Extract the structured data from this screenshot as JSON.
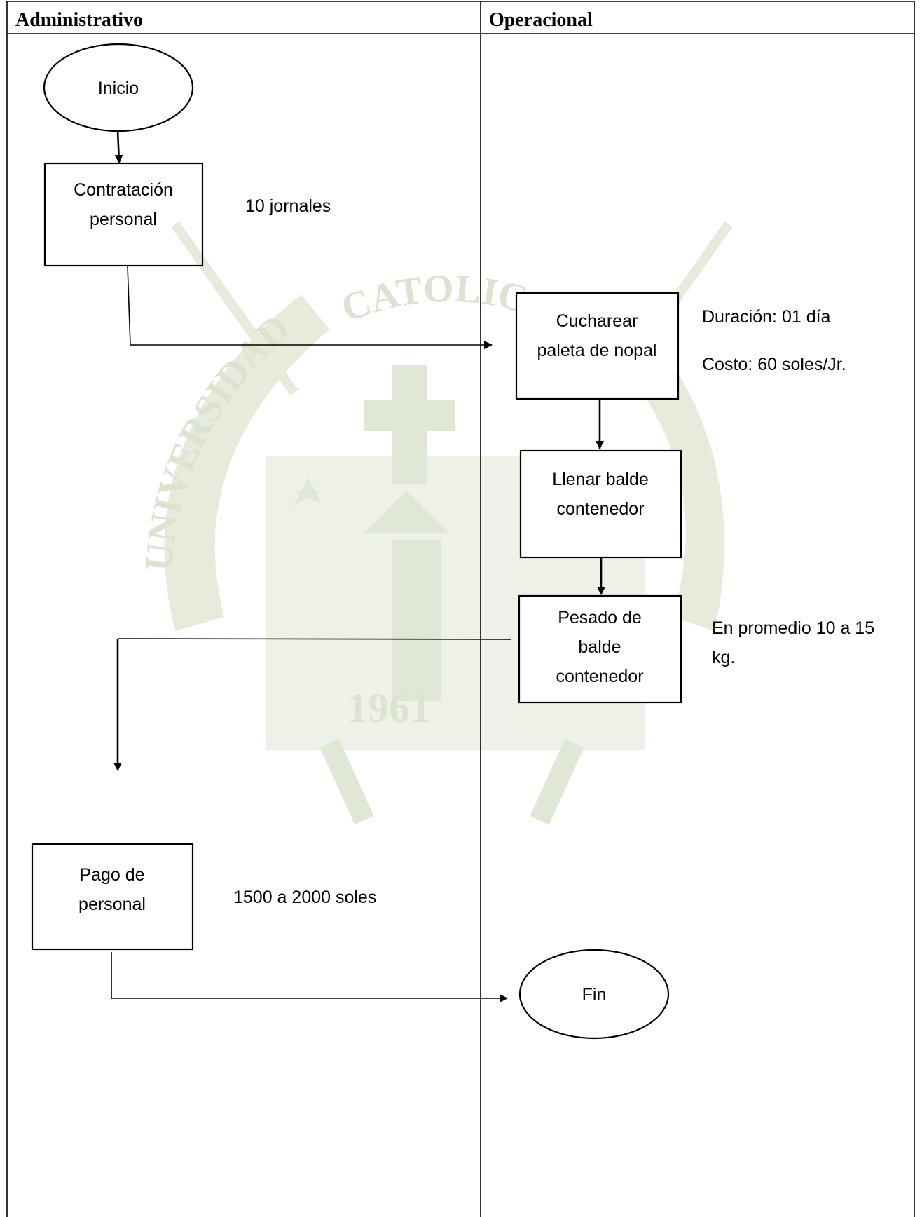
{
  "lanes": {
    "administrativo": "Administrativo",
    "operacional": "Operacional"
  },
  "watermark": {
    "top_arc": "CATOLICA",
    "left_arc": "UNIVERSIDAD",
    "year": "1961",
    "color": "#dce3d0"
  },
  "nodes": {
    "inicio": "Inicio",
    "contratacion": [
      "Contratación",
      "personal"
    ],
    "cucharear": [
      "Cucharear",
      "paleta de nopal"
    ],
    "llenar": [
      "Llenar balde",
      "contenedor"
    ],
    "pesado": [
      "Pesado de",
      "balde",
      "contenedor"
    ],
    "pago": [
      "Pago de",
      "personal"
    ],
    "fin": "Fin"
  },
  "notes": {
    "jornales": "10  jornales",
    "duracion": "Duración: 01 día",
    "costo": "Costo: 60 soles/Jr.",
    "promedio": [
      "En promedio 10 a 15",
      "kg."
    ],
    "soles": "1500 a 2000 soles"
  }
}
